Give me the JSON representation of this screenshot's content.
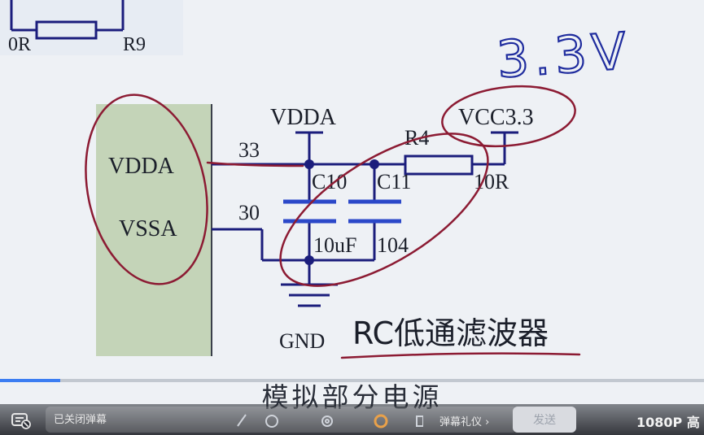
{
  "schematic": {
    "top_left": {
      "resistor_value": "0R",
      "resistor_ref": "R9"
    },
    "pins": {
      "vdda": "VDDA",
      "vssa": "VSSA",
      "vdda_num": "33",
      "vssa_num": "30"
    },
    "net_vdda": "VDDA",
    "net_vcc": "VCC3.3",
    "cap1": {
      "ref": "C10",
      "value": "10uF"
    },
    "cap2": {
      "ref": "C11",
      "value": "104"
    },
    "resistor": {
      "ref": "R4",
      "value": "10R"
    },
    "ground": "GND"
  },
  "annotations": {
    "voltage_note": "3.3V",
    "filter_note": "RC低通滤波器"
  },
  "subtitle": "模拟部分电源",
  "player": {
    "progress": 0.085,
    "danmaku_placeholder": "已关闭弹幕",
    "etiquette_label": "弹幕礼仪 ›",
    "send_label": "发送",
    "quality_label": "1080P 高"
  },
  "colors": {
    "wire": "#1b1d7c",
    "capacitor": "#2b48c9",
    "ic_body": "#c4d4b8",
    "ink_red": "#8c1b33",
    "ink_blue": "#1f2c9e",
    "progress": "#3b7df2"
  }
}
